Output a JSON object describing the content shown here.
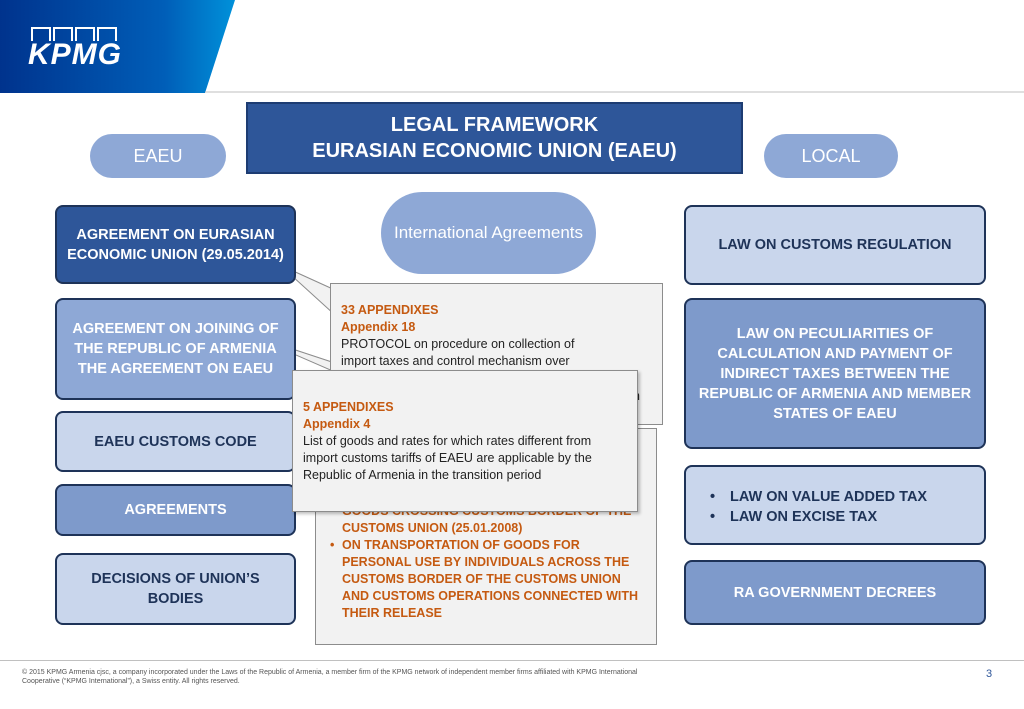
{
  "brand": {
    "logo_text": "KPMG",
    "colors": {
      "primary": "#2e5699",
      "header_blue": "#00338d",
      "accent_cyan": "#0091da",
      "orange": "#c55a11"
    }
  },
  "title": {
    "line1": "LEGAL FRAMEWORK",
    "line2": "EURASIAN ECONOMIC UNION (EAEU)"
  },
  "pills": {
    "eaeu": "EAEU",
    "local": "LOCAL",
    "international": "International Agreements"
  },
  "left_column": [
    "AGREEMENT ON EURASIAN ECONOMIC UNION (29.05.2014)",
    "AGREEMENT ON JOINING OF THE REPUBLIC OF ARMENIA THE AGREEMENT ON EAEU",
    "EAEU CUSTOMS CODE",
    "AGREEMENTS",
    "DECISIONS OF UNION’S BODIES"
  ],
  "right_column": {
    "customs_law": "LAW ON CUSTOMS REGULATION",
    "indirect_taxes_law": "LAW ON PECULIARITIES OF CALCULATION AND PAYMENT OF INDIRECT TAXES BETWEEN THE REPUBLIC OF ARMENIA AND MEMBER STATES OF EAEU",
    "tax_laws": [
      "LAW ON VALUE ADDED TAX",
      "LAW ON EXCISE TAX"
    ],
    "decrees": "RA GOVERNMENT DECREES"
  },
  "callout_1": {
    "heading": "33 APPENDIXES",
    "appendix": "Appendix 18",
    "line1": "PROTOCOL on procedure on collection of",
    "line2": "import taxes and control mechanism over",
    "line3_tail": "n"
  },
  "callout_2": {
    "heading": "5 APPENDIXES",
    "appendix": "Appendix 4",
    "text": "List of goods and rates for which rates different from import customs tariffs of EAEU are applicable by the Republic of Armenia in the transition period"
  },
  "callout_3": {
    "partial_1": "GOODS CROSSING CUSTOMS BORDER OF THE CUSTOMS UNION (25.01.2008)",
    "bullet_2": "ON TRANSPORTATION OF GOODS FOR PERSONAL USE BY INDIVIDUALS ACROSS THE CUSTOMS BORDER OF THE CUSTOMS UNION AND CUSTOMS OPERATIONS CONNECTED WITH THEIR RELEASE"
  },
  "footer": {
    "legal": "© 2015 KPMG Armenia cjsc, a company incorporated under the Laws of the Republic of Armenia, a member firm of the KPMG network of independent member firms affiliated with KPMG International Cooperative (“KPMG International”), a Swiss entity. All rights reserved.",
    "page_number": "3"
  }
}
